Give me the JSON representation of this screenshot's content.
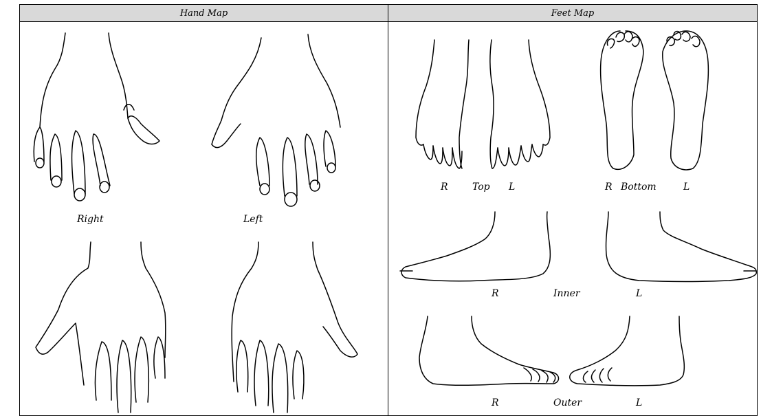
{
  "hand_panel": {
    "header": "Hand Map",
    "label_right": "Right",
    "label_left": "Left"
  },
  "feet_panel": {
    "header": "Feet Map",
    "top_row": {
      "r": "R",
      "name": "Top",
      "l": "L"
    },
    "bottom_row": {
      "r": "R",
      "name": "Bottom",
      "l": "L"
    },
    "inner_row": {
      "r": "R",
      "name": "Inner",
      "l": "L"
    },
    "outer_row": {
      "r": "R",
      "name": "Outer",
      "l": "L"
    }
  }
}
